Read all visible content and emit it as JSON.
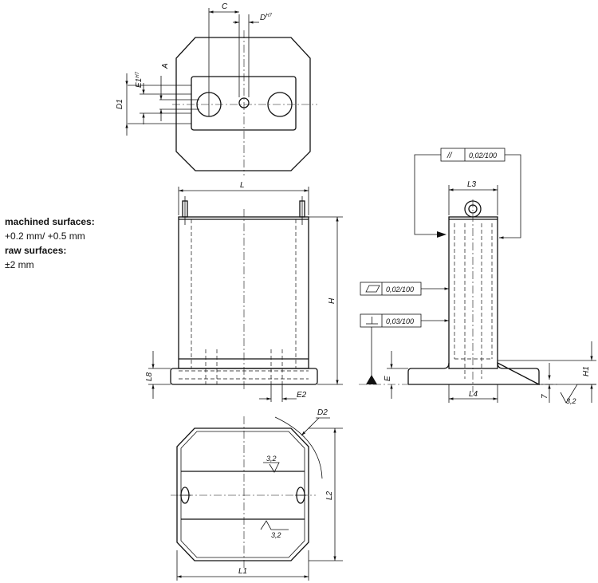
{
  "notes": {
    "machined_label": "machined surfaces:",
    "machined_value": "+0.2 mm/ +0.5 mm",
    "raw_label": "raw surfaces:",
    "raw_value": "±2 mm"
  },
  "dims": {
    "C": "C",
    "D_H7": "D",
    "D_H7_sup": "H7",
    "A": "A",
    "E1_H7": "E1",
    "E1_sup": "H7",
    "D1": "D1",
    "L": "L",
    "H": "H",
    "L8": "L8",
    "E2": "E2",
    "L3": "L3",
    "L4": "L4",
    "E": "E",
    "H1": "H1",
    "seven": "7",
    "D2": "D2",
    "L1": "L1",
    "L2": "L2"
  },
  "tolerances": {
    "parallel_symbol": "//",
    "parallel_value": "0,02/100",
    "flatness_value": "0,02/100",
    "perpendicular_symbol": "⊥",
    "perpendicular_value": "0,03/100"
  },
  "roughness": {
    "r1": "3,2",
    "r2": "3,2",
    "r3": "3,2"
  }
}
